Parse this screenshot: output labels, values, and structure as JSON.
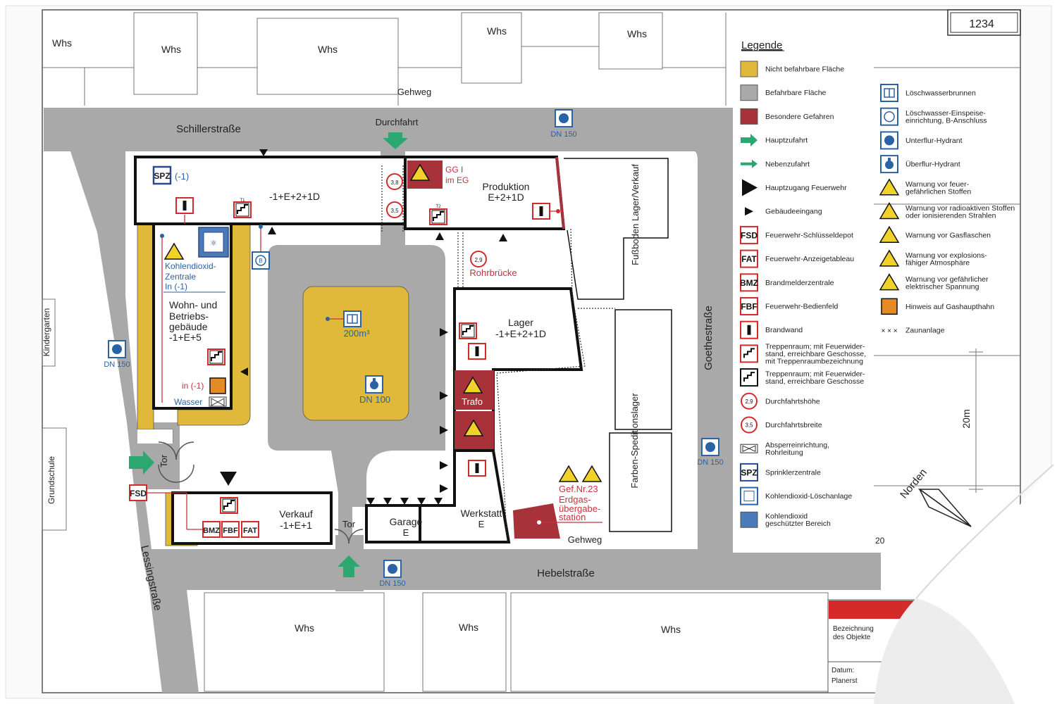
{
  "sheet_number": "1234",
  "map": {
    "streets": {
      "schiller": "Schillerstraße",
      "hebel": "Hebelstraße",
      "goethe": "Goethestraße",
      "lessing": "Lessingstraße"
    },
    "gehweg_top": "Gehweg",
    "gehweg_bottom": "Gehweg",
    "durchfahrt": "Durchfahrt",
    "whs": [
      "Whs",
      "Whs",
      "Whs",
      "Whs",
      "Whs",
      "Whs",
      "Whs",
      "Whs"
    ],
    "kindergarten": "Kindergarten",
    "grundschule": "Grundschule",
    "fussboden": "Fußboden Lager/Verkauf",
    "farben": "Farben-Speditionslager",
    "hydrants": [
      "DN 150",
      "DN 150",
      "DN 150",
      "DN 150",
      "DN 100"
    ],
    "pond": "200m³",
    "buildings": {
      "main": "-1+E+2+1D",
      "produktion": [
        "Produktion",
        "E+2+1D"
      ],
      "wohn": [
        "Wohn- und",
        "Betriebs-",
        "gebäude",
        "-1+E+5"
      ],
      "lager": [
        "Lager",
        "-1+E+2+1D"
      ],
      "verkauf": [
        "Verkauf",
        "-1+E+1"
      ],
      "garage": [
        "Garage",
        "E"
      ],
      "werkstatt": [
        "Werkstatt",
        "E"
      ],
      "trafo": "Trafo"
    },
    "co2_zentrale": [
      "Kohlendioxid-",
      "Zentrale",
      "In (-1)"
    ],
    "gg": [
      "GG I",
      "im EG"
    ],
    "rohrbruecke": "Rohrbrücke",
    "gas_station": [
      "Gef.Nr.23",
      "Erdgas-",
      "übergabe-",
      "station"
    ],
    "spz": "SPZ",
    "spz_floor": "(-1)",
    "in_minus1": "in (-1)",
    "wasser": "Wasser",
    "tor": "Tor",
    "fsd": "FSD",
    "bmz": "BMZ",
    "fbf": "FBF",
    "fat": "FAT",
    "clearance_height": "2,9",
    "clearance_width": "3,5",
    "clearance_height_2": "3,8",
    "stair_t1": "T1",
    "stair_t2": "T2",
    "scale": "20m",
    "north": "Norden",
    "scale_partial": "20",
    "titleblock": {
      "bezeichnung": [
        "Bezeichnung",
        "des Objekte"
      ],
      "datum": "Datum:",
      "planer": "Planerst"
    }
  },
  "legend": {
    "title": "Legende",
    "left": [
      {
        "icon": "yellow-area-swatch",
        "text": [
          "Nicht befahrbare Fläche"
        ]
      },
      {
        "icon": "grey-area-swatch",
        "text": [
          "Befahrbare Fläche"
        ]
      },
      {
        "icon": "red-area-swatch",
        "text": [
          "Besondere Gefahren"
        ]
      },
      {
        "icon": "main-access-arrow-icon",
        "text": [
          "Hauptzufahrt"
        ]
      },
      {
        "icon": "secondary-access-arrow-icon",
        "text": [
          "Nebenzufahrt"
        ]
      },
      {
        "icon": "main-entrance-triangle-icon",
        "text": [
          "Hauptzugang Feuerwehr"
        ]
      },
      {
        "icon": "building-entrance-triangle-icon",
        "text": [
          "Gebäudeeingang"
        ]
      },
      {
        "icon": "fsd-icon",
        "code": "FSD",
        "text": [
          "Feuerwehr-Schlüsseldepot"
        ]
      },
      {
        "icon": "fat-icon",
        "code": "FAT",
        "text": [
          "Feuerwehr-Anzeigetableau"
        ]
      },
      {
        "icon": "bmz-icon",
        "code": "BMZ",
        "text": [
          "Brandmelderzentrale"
        ]
      },
      {
        "icon": "fbf-icon",
        "code": "FBF",
        "text": [
          "Feuerwehr-Bedienfeld"
        ]
      },
      {
        "icon": "firewall-icon",
        "text": [
          "Brandwand"
        ]
      },
      {
        "icon": "stairwell-labelled-icon",
        "text": [
          "Treppenraum; mit Feuerwider-",
          "stand, erreichbare Geschosse,",
          "mit Treppenraumbezeichnung"
        ]
      },
      {
        "icon": "stairwell-icon",
        "text": [
          "Treppenraum; mit Feuerwider-",
          "stand, erreichbare Geschosse"
        ]
      },
      {
        "icon": "clearance-height-icon",
        "code": "2,9",
        "text": [
          "Durchfahrtshöhe"
        ]
      },
      {
        "icon": "clearance-width-icon",
        "code": "3,5",
        "text": [
          "Durchfahrtsbreite"
        ]
      },
      {
        "icon": "shutoff-valve-icon",
        "text": [
          "Absperreinrichtung,",
          "Rohrleitung"
        ]
      },
      {
        "icon": "sprinkler-icon",
        "code": "SPZ",
        "text": [
          "Sprinklerzentrale"
        ]
      },
      {
        "icon": "co2-system-icon",
        "text": [
          "Kohlendioxid-Löschanlage"
        ]
      },
      {
        "icon": "co2-area-swatch",
        "text": [
          "Kohlendioxid",
          "geschützter Bereich"
        ]
      }
    ],
    "right": [
      {
        "icon": "water-well-icon",
        "text": [
          "Löschwasserbrunnen"
        ]
      },
      {
        "icon": "water-inlet-icon",
        "text": [
          "Löschwasser-Einspeise-",
          "einrichtung, B-Anschluss"
        ]
      },
      {
        "icon": "underground-hydrant-icon",
        "text": [
          "Unterflur-Hydrant"
        ]
      },
      {
        "icon": "overground-hydrant-icon",
        "text": [
          "Überflur-Hydrant"
        ]
      },
      {
        "icon": "flammable-warning-icon",
        "text": [
          "Warnung vor feuer-",
          "gefährlichen Stoffen"
        ]
      },
      {
        "icon": "radioactive-warning-icon",
        "text": [
          "Warnung vor radioaktiven Stoffen",
          "oder ionisierenden Strahlen"
        ]
      },
      {
        "icon": "gas-warning-icon",
        "text": [
          "Warnung vor Gasflaschen"
        ]
      },
      {
        "icon": "explosive-warning-icon",
        "text": [
          "Warnung vor explosions-",
          "fähiger Atmosphäre"
        ]
      },
      {
        "icon": "electrical-warning-icon",
        "text": [
          "Warnung vor gefährlicher",
          "elektrischer Spannung"
        ]
      },
      {
        "icon": "gas-tap-icon",
        "text": [
          "Hinweis auf Gashaupthahn"
        ]
      },
      {
        "icon": "fence-icon",
        "glyph": "× × ×",
        "text": [
          "Zaunanlage"
        ]
      }
    ]
  },
  "colors": {
    "road": "#a9a9a9",
    "yellow": "#e0b83a",
    "danger": "#a8323a",
    "green": "#2aa870",
    "blue": "#2a62a6",
    "red_symbol": "#d42a2a"
  }
}
